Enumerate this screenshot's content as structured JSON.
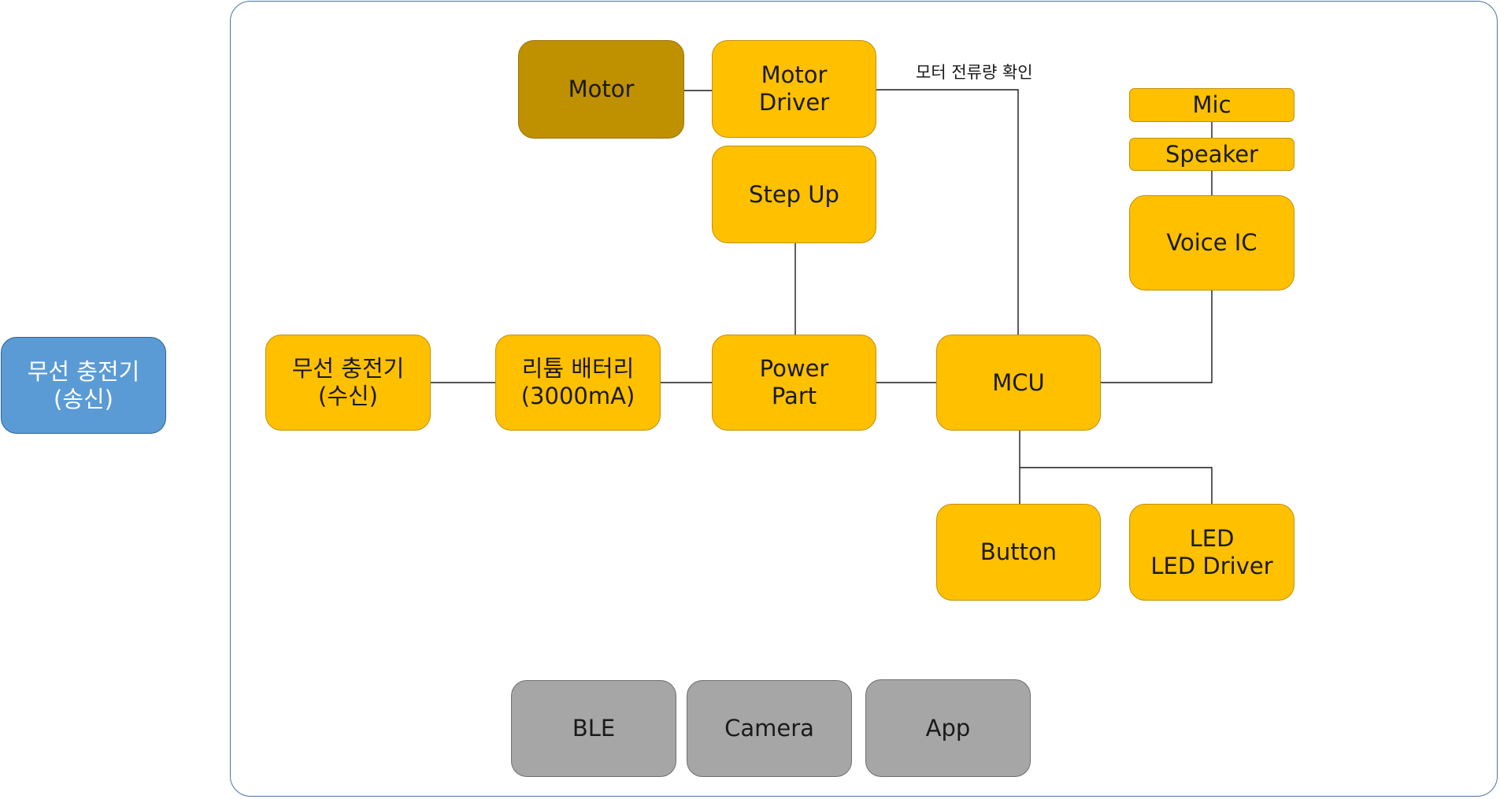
{
  "diagram": {
    "transmitter": "무선 충전기\n(송신)",
    "blocks": {
      "motor": "Motor",
      "motor_driver": "Motor\nDriver",
      "step_up": "Step Up",
      "wireless_rx": "무선 충전기\n(수신)",
      "battery": "리튬 배터리\n(3000mA)",
      "power_part": "Power\nPart",
      "mcu": "MCU",
      "mic": "Mic",
      "speaker": "Speaker",
      "voice_ic": "Voice IC",
      "button": "Button",
      "led": "LED\nLED Driver",
      "ble": "BLE",
      "camera": "Camera",
      "app": "App"
    },
    "annotation": "모터 전류량 확인",
    "colors": {
      "component": "#ffc000",
      "motor": "#bf9000",
      "external": "#a6a6a6",
      "charger": "#5b9bd5",
      "frame": "#4a74a8"
    }
  }
}
